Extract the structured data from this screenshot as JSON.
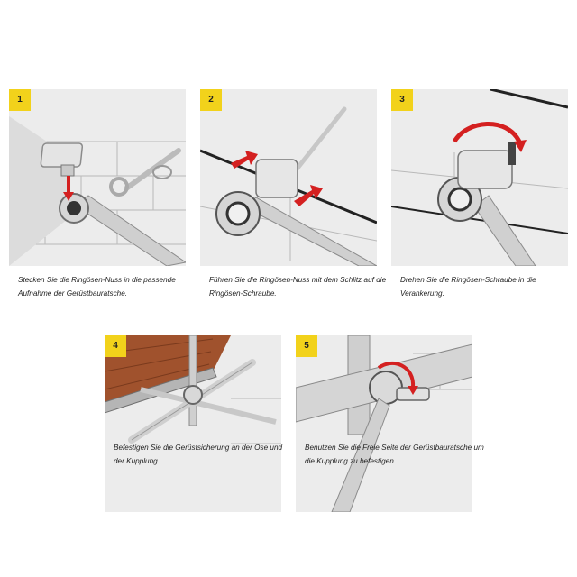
{
  "steps": [
    {
      "number": "1",
      "caption": "Stecken Sie die Ringösen-Nuss in die passende Aufnahme der Gerüstbauratsche."
    },
    {
      "number": "2",
      "caption": "Führen Sie die Ringösen-Nuss mit dem Schlitz auf die Ringösen-Schraube."
    },
    {
      "number": "3",
      "caption": "Drehen Sie die Ringösen-Schraube in die Verankerung."
    },
    {
      "number": "4",
      "caption": "Befestigen Sie die Gerüstsicherung an der Öse und der Kupplung."
    },
    {
      "number": "5",
      "caption": "Benutzen Sie die Freie Seite der Gerüstbauratsche um die Kupplung zu befestigen."
    }
  ],
  "colors": {
    "badge": "#f2d21b",
    "arrow": "#d42020",
    "panel": "#e9e9e9",
    "wood": "#a0522d"
  },
  "icons": [
    "ratchet-wrench-icon",
    "eye-bolt-icon",
    "socket-icon",
    "rotation-arrow-icon",
    "scaffold-coupler-icon"
  ]
}
